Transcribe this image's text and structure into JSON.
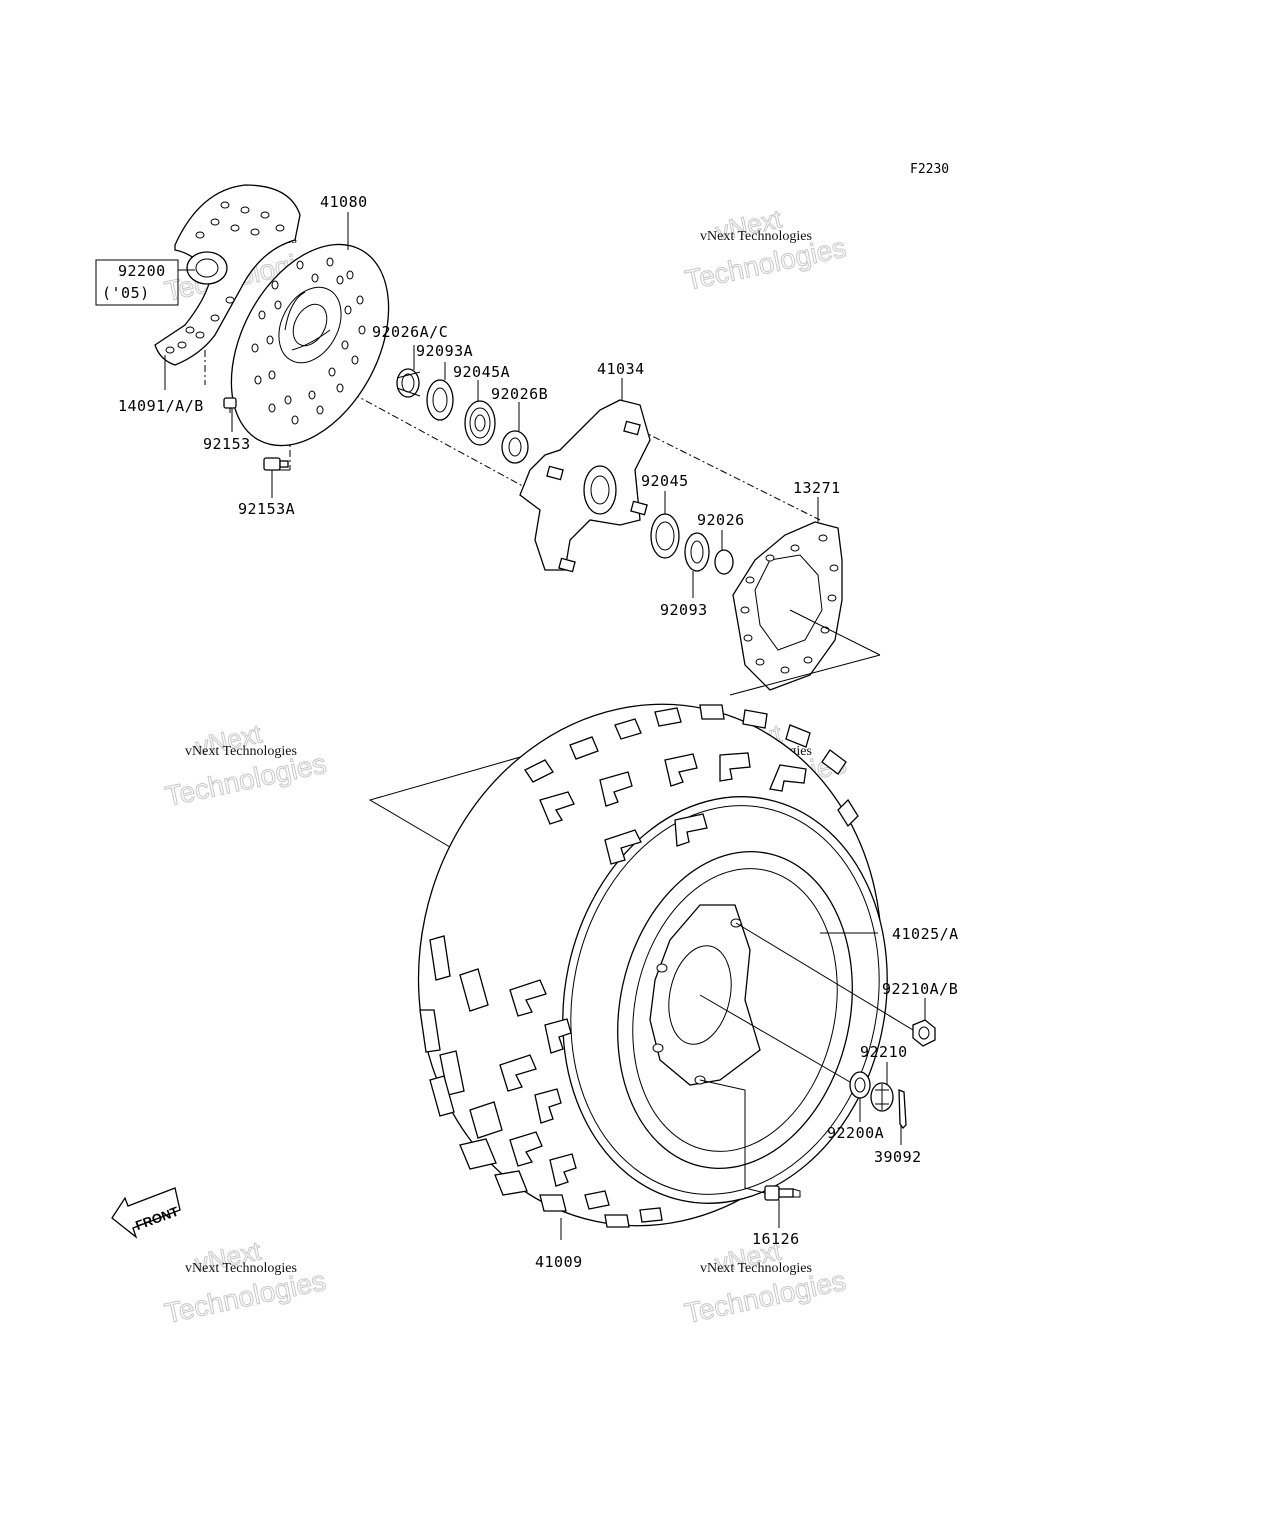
{
  "figure_code": "F2230",
  "parts": {
    "p41080": "41080",
    "p92200": "92200",
    "p92200_note": "('05)",
    "p14091": "14091/A/B",
    "p92153": "92153",
    "p92153A": "92153A",
    "p92026AC": "92026A/C",
    "p92093A": "92093A",
    "p92045A": "92045A",
    "p92026B": "92026B",
    "p41034": "41034",
    "p92045": "92045",
    "p92026": "92026",
    "p92093": "92093",
    "p13271": "13271",
    "p41025A": "41025/A",
    "p92210AB": "92210A/B",
    "p92210": "92210",
    "p92200A": "92200A",
    "p39092": "39092",
    "p16126": "16126",
    "p41009": "41009"
  },
  "front_marker": "FRONT",
  "watermark": {
    "line1": "vNext",
    "line2": "Technologies",
    "small": "vNext Technologies"
  }
}
